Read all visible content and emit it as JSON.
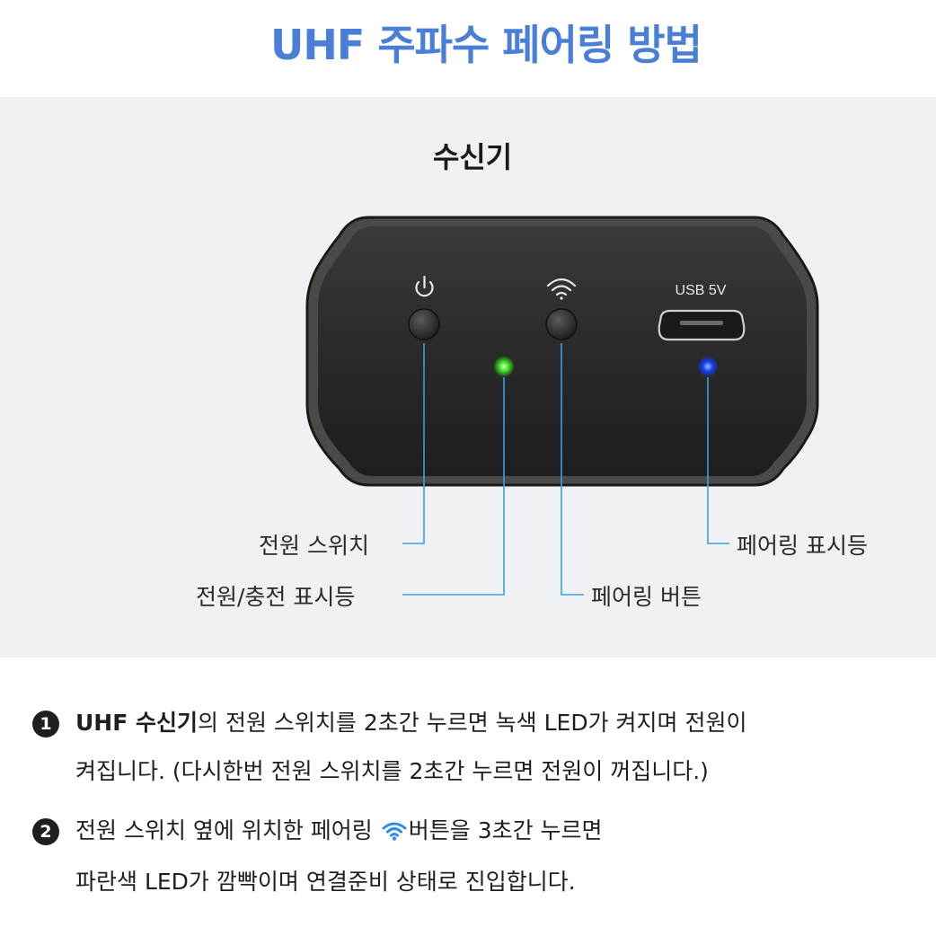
{
  "title": "UHF 주파수 페어링 방법",
  "device": {
    "title": "수신기",
    "usb_label": "USB 5V",
    "power_led_color": "#37e01f",
    "pairing_led_color": "#1140ff"
  },
  "labels": {
    "power_switch": "전원 스위치",
    "power_charge_indicator": "전원/충전 표시등",
    "pairing_indicator": "페어링 표시등",
    "pairing_button": "페어링 버튼"
  },
  "steps": [
    {
      "number": "1",
      "bold_text": "UHF 수신기",
      "text_line1": "의 전원 스위치를 2초간 누르면 녹색 LED가 켜지며 전원이",
      "text_line2": "켜집니다. (다시한번 전원 스위치를 2초간 누르면 전원이 꺼집니다.)"
    },
    {
      "number": "2",
      "text_before_icon": "전원 스위치 옆에 위치한 페어링 ",
      "icon": "wifi-icon",
      "text_after_icon": "버튼을 3초간 누르면",
      "text_line2": "파란색 LED가 깜빡이며 연결준비 상태로 진입합니다."
    }
  ],
  "colors": {
    "title": "#4a7fd8",
    "callout_line": "#3a9fe0",
    "panel_bg": "#eff1f4",
    "device_body": "#2b2b2b",
    "wifi_icon": "#2e8de6"
  }
}
